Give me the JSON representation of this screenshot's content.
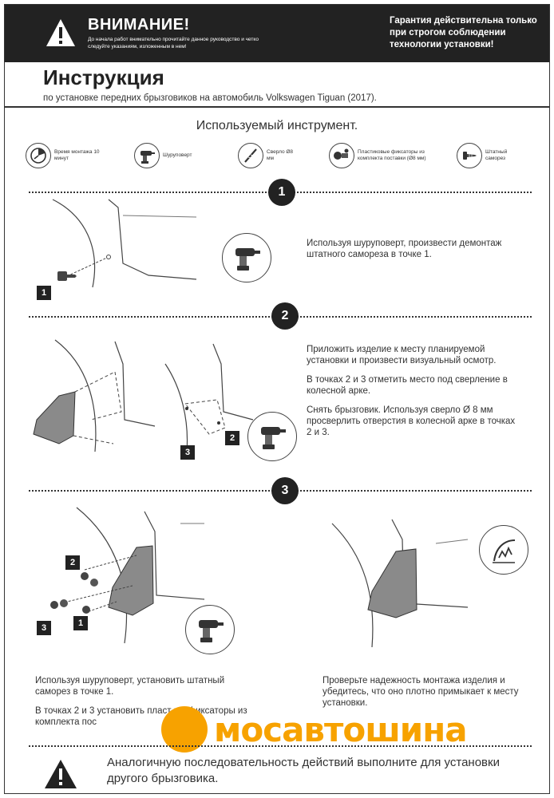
{
  "header": {
    "warning_title": "ВНИМАНИЕ!",
    "warning_text": "До начала работ внимательно прочитайте данное руководство и четко следуйте указаниям, изложенным в нем!",
    "warranty": "Гарантия действительна только при строгом соблюдении технологии установки!"
  },
  "doc": {
    "title": "Инструкция",
    "subtitle": "по установке передних брызговиков на автомобиль Volkswagen Tiguan (2017)."
  },
  "tools": {
    "title": "Используемый инструмент.",
    "items": [
      {
        "label": "Время монтажа 10 минут",
        "icon": "clock-icon"
      },
      {
        "label": "Шуруповерт",
        "icon": "drill-icon"
      },
      {
        "label": "Сверло Ø8 мм",
        "icon": "drill-bit-icon"
      },
      {
        "label": "Пластиковые фиксаторы из комплекта поставки (Ø8 мм)",
        "icon": "clip-icon"
      },
      {
        "label": "Штатный саморез",
        "icon": "screw-icon"
      }
    ]
  },
  "steps": [
    {
      "number": "1",
      "callouts": [
        "1"
      ],
      "text": [
        "Используя шуруповерт, произвести демонтаж штатного самореза в точке 1."
      ]
    },
    {
      "number": "2",
      "callouts": [
        "2",
        "3"
      ],
      "text": [
        "Приложить изделие к месту планируемой установки и произвести визуальный осмотр.",
        "В точках 2 и 3 отметить место под сверление в колесной арке.",
        "Снять брызговик. Используя сверло Ø 8 мм просверлить отверстия в колесной арке в точках 2 и 3."
      ]
    },
    {
      "number": "3",
      "callouts": [
        "2",
        "3",
        "1"
      ],
      "text_left": [
        "Используя шуруповерт, установить штатный саморез в точке 1.",
        "В точках 2 и 3 установить пласт       ые фиксаторы из комплекта пос"
      ],
      "text_right": [
        "Проверьте надежность монтажа изделия и убедитесь, что оно плотно примыкает к месту установки."
      ]
    }
  ],
  "footer": {
    "text": "Аналогичную последовательность действий выполните для установки другого брызговика."
  },
  "logo": {
    "text": "мосавтошина",
    "color": "#f7a200"
  }
}
